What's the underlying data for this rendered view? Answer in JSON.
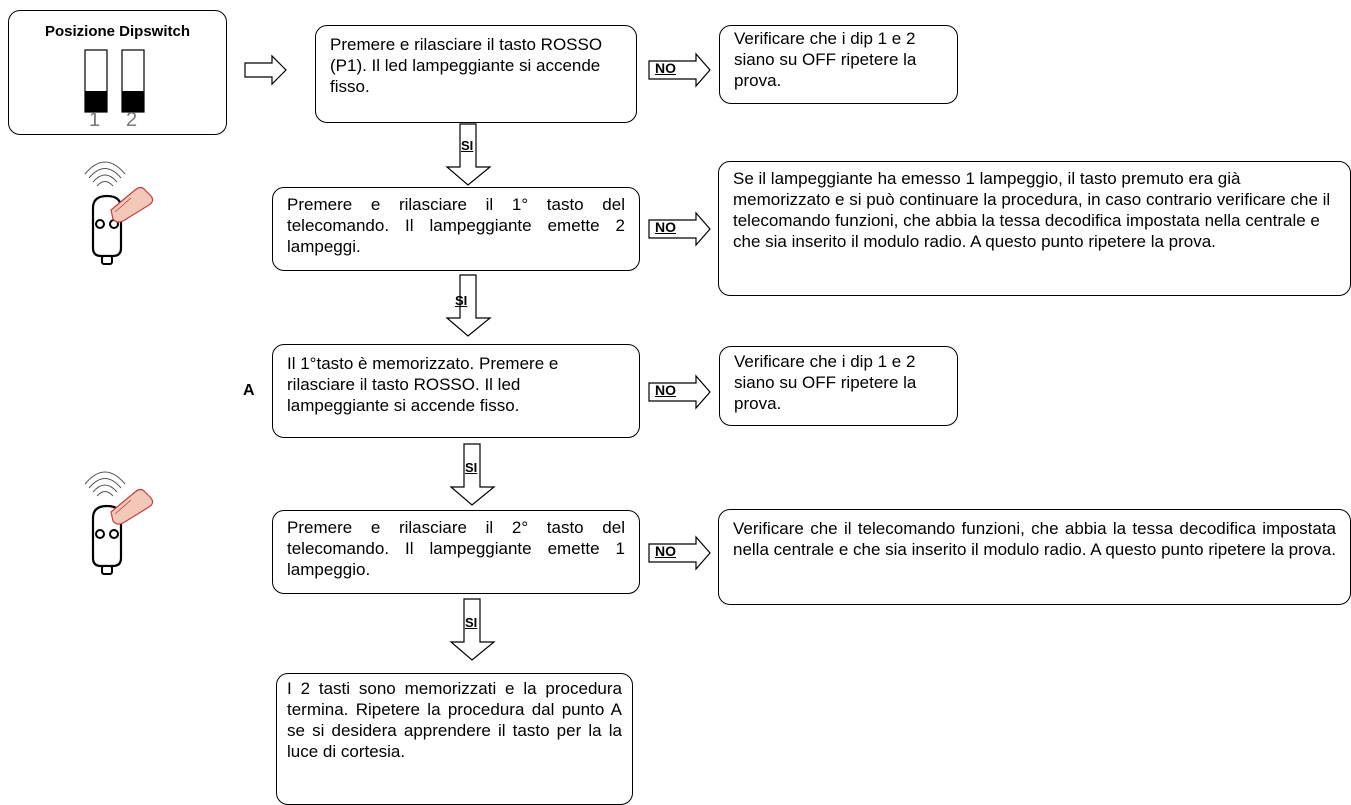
{
  "dipswitch": {
    "title": "Posizione Dipswitch",
    "numbers": [
      "1",
      "2"
    ]
  },
  "steps": [
    {
      "id": "step1",
      "text": "Premere e rilasciare  il tasto ROSSO (P1). Il led lampeggiante si accende fisso."
    },
    {
      "id": "step2",
      "text": "Premere e rilasciare il 1° tasto del telecomando. Il lampeggiante emette 2 lampeggi."
    },
    {
      "id": "step3",
      "text": "Il 1°tasto è memorizzato. Premere e rilasciare  il tasto ROSSO. Il led lampeggiante si accende fisso."
    },
    {
      "id": "step4",
      "text": "Premere e rilasciare il 2° tasto del telecomando. Il lampeggiante emette 1 lampeggio."
    },
    {
      "id": "step5",
      "text": "I 2 tasti sono memorizzati e la procedura termina. Ripetere la procedura dal punto A se si desidera apprendere il tasto per la la luce di cortesia."
    }
  ],
  "checks": [
    {
      "id": "check1",
      "text": "Verificare che i dip 1 e 2 siano su OFF ripetere la prova."
    },
    {
      "id": "check2",
      "text": "Se il lampeggiante ha emesso 1 lampeggio, il tasto premuto era già memorizzato e si può continuare la procedura, in caso contrario verificare che il telecomando funzioni, che abbia la tessa decodifica impostata nella centrale e che sia inserito il modulo radio. A questo punto ripetere la prova."
    },
    {
      "id": "check3",
      "text": "Verificare che i dip 1 e 2 siano su OFF ripetere la prova."
    },
    {
      "id": "check4",
      "text": "Verificare che il telecomando funzioni, che abbia la tessa decodifica impostata nella centrale e che sia inserito il modulo radio. A questo punto ripetere la prova."
    }
  ],
  "labels": {
    "no": "NO",
    "si": "SI",
    "point_a": "A"
  },
  "icons": {
    "remote": "remote-control-hand-icon",
    "arrow_right": "hollow-right-arrow-icon",
    "arrow_down": "hollow-down-arrow-icon"
  }
}
